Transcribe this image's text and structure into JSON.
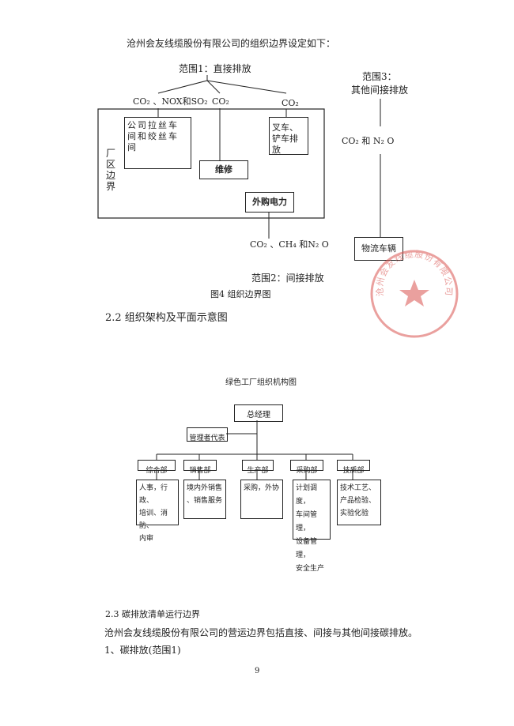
{
  "intro": "沧州会友线缆股份有限公司的组织边界设定如下：",
  "boundary": {
    "scope1": "范围1：直接排放",
    "scope3_line1": "范围3：",
    "scope3_line2": "其他间接排放",
    "gas_left": "CO₂ 、NOX和SO₂",
    "gas_mid": "CO₂",
    "gas_right": "CO₂",
    "gas_scope3": "CO₂ 和 N₂ O",
    "factory_label": "厂区边界",
    "box_workshop": "公司拉丝车间和绞丝车间",
    "box_forklift": "叉车、铲车排放",
    "box_maintenance": "维修",
    "box_power": "外购电力",
    "gas_scope2": "CO₂ 、CH₄ 和N₂ O",
    "box_logistics": "物流车辆",
    "scope2": "范围2：间接排放",
    "caption": "图4 组织边界图"
  },
  "section_22": "2.2 组织架构及平面示意图",
  "org": {
    "title": "绿色工厂组织机构图",
    "ceo": "总经理",
    "rep": "管理者代表",
    "departments": [
      {
        "name": "综合部",
        "duties": [
          "人事，行政、",
          "培训、消防、",
          "内审"
        ]
      },
      {
        "name": "销售部",
        "duties": [
          "境内外销售",
          "、销售服务"
        ]
      },
      {
        "name": "生产部",
        "duties": [
          "采购，外协"
        ]
      },
      {
        "name": "采购部",
        "duties": [
          "计划调度，",
          "车间管理，",
          "设备管理，",
          "安全生产"
        ]
      },
      {
        "name": "技质部",
        "duties": [
          "技术工艺、",
          "产品检验、",
          "实验化验"
        ]
      }
    ]
  },
  "section_23": "2.3 碳排放清单运行边界",
  "para_23": "沧州会友线缆股份有限公司的营运边界包括直接、间接与其他间接碳排放。",
  "item_1": "1、碳排放(范围1)",
  "page_number": "9",
  "seal": {
    "text": "沧州会友线缆股份有限公司",
    "color": "#d9534f"
  }
}
